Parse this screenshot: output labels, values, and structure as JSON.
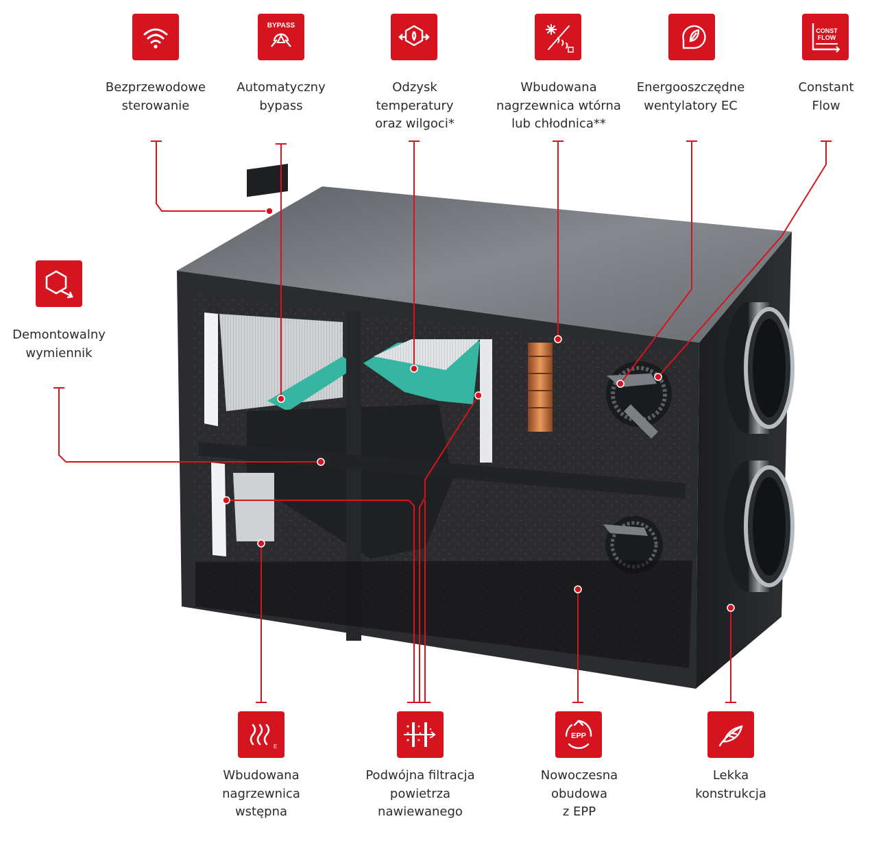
{
  "features": [
    {
      "id": "wireless",
      "icon": "wifi-icon",
      "lines": [
        "Bezprzewodowe",
        "sterowanie"
      ]
    },
    {
      "id": "bypass",
      "icon": "bypass-icon",
      "badge": "BYPASS",
      "lines": [
        "Automatyczny",
        "bypass"
      ]
    },
    {
      "id": "recovery",
      "icon": "heat-recovery-icon",
      "lines": [
        "Odzysk",
        "temperatury",
        "oraz wilgoci*"
      ]
    },
    {
      "id": "heater-cooler",
      "icon": "snowflake-heat-icon",
      "lines": [
        "Wbudowana",
        "nagrzewnica wtórna",
        "lub chłodnica**"
      ]
    },
    {
      "id": "ec-fans",
      "icon": "leaf-fan-icon",
      "lines": [
        "Energooszczędne",
        "wentylatory EC"
      ]
    },
    {
      "id": "constant-flow",
      "icon": "constant-flow-icon",
      "badge_lines": [
        "CONST",
        "FLOW"
      ],
      "lines": [
        "Constant",
        "Flow"
      ]
    },
    {
      "id": "exchanger",
      "icon": "hexagon-arrow-icon",
      "lines": [
        "Demontowalny",
        "wymiennik"
      ]
    },
    {
      "id": "preheater",
      "icon": "heat-waves-icon",
      "lines": [
        "Wbudowana",
        "nagrzewnica",
        "wstępna"
      ]
    },
    {
      "id": "filtration",
      "icon": "filter-icon",
      "lines": [
        "Podwójna filtracja",
        "powietrza",
        "nawiewanego"
      ]
    },
    {
      "id": "epp",
      "icon": "recycle-icon",
      "badge": "EPP",
      "lines": [
        "Nowoczesna",
        "obudowa",
        "z EPP"
      ]
    },
    {
      "id": "light",
      "icon": "feather-icon",
      "lines": [
        "Lekka",
        "konstrukcja"
      ]
    }
  ],
  "colors": {
    "accent": "#d6141f",
    "housing_dark": "#2a2c2f",
    "lid": "#74787c",
    "exchanger_teal": "#36b6a2",
    "copper": "#c8713a"
  }
}
